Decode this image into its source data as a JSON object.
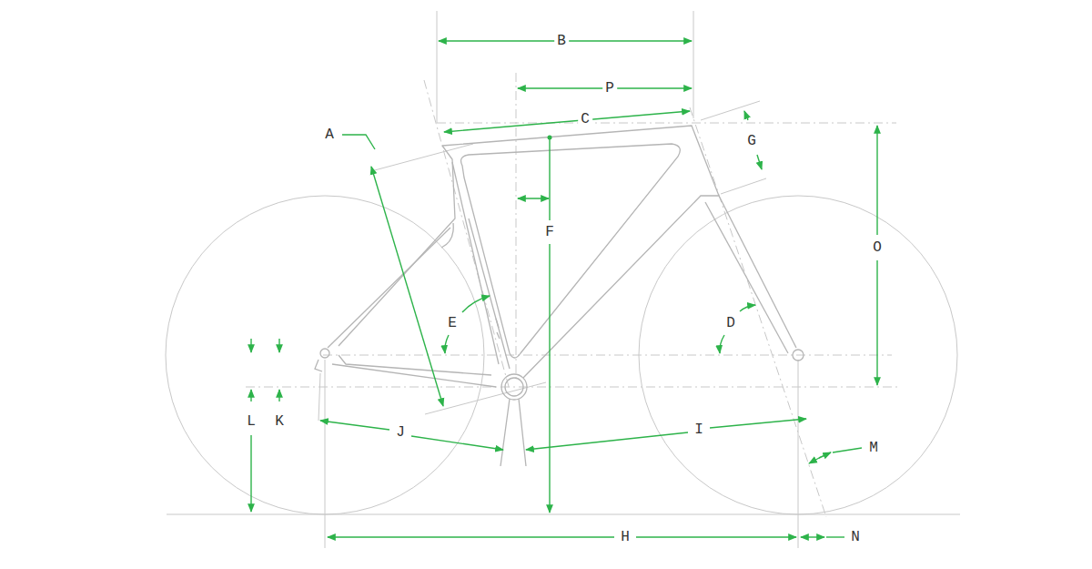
{
  "diagram": {
    "labels": [
      "B",
      "P",
      "C",
      "A",
      "G",
      "F",
      "O",
      "E",
      "D",
      "L",
      "K",
      "J",
      "I",
      "M",
      "H",
      "N"
    ]
  }
}
